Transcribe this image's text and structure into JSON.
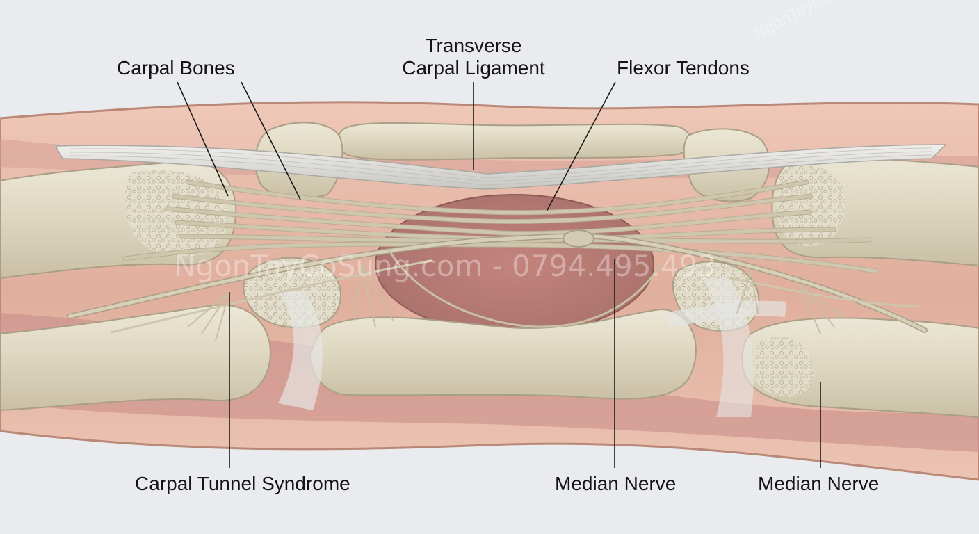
{
  "labels": {
    "carpal_bones": "Carpal Bones",
    "transverse_line1": "Transverse",
    "transverse_line2": "Carpal Ligament",
    "flexor_tendons": "Flexor Tendons",
    "carpal_tunnel_syndrome": "Carpal Tunnel Syndrome",
    "median_nerve_1": "Median Nerve",
    "median_nerve_2": "Median Nerve"
  },
  "watermark": {
    "center": "NgonTayCoSung.com - 0794.495.493",
    "corner": "NgonTayCoSung.com"
  },
  "colors": {
    "background": "#e9ebee",
    "skin": "#e2b6a6",
    "muscle": "#c98e88",
    "bone": "#ddd6bf",
    "ligament": "#dad9d4",
    "tendon": "#cfc6ae",
    "leader_line": "#1a1a1a"
  }
}
